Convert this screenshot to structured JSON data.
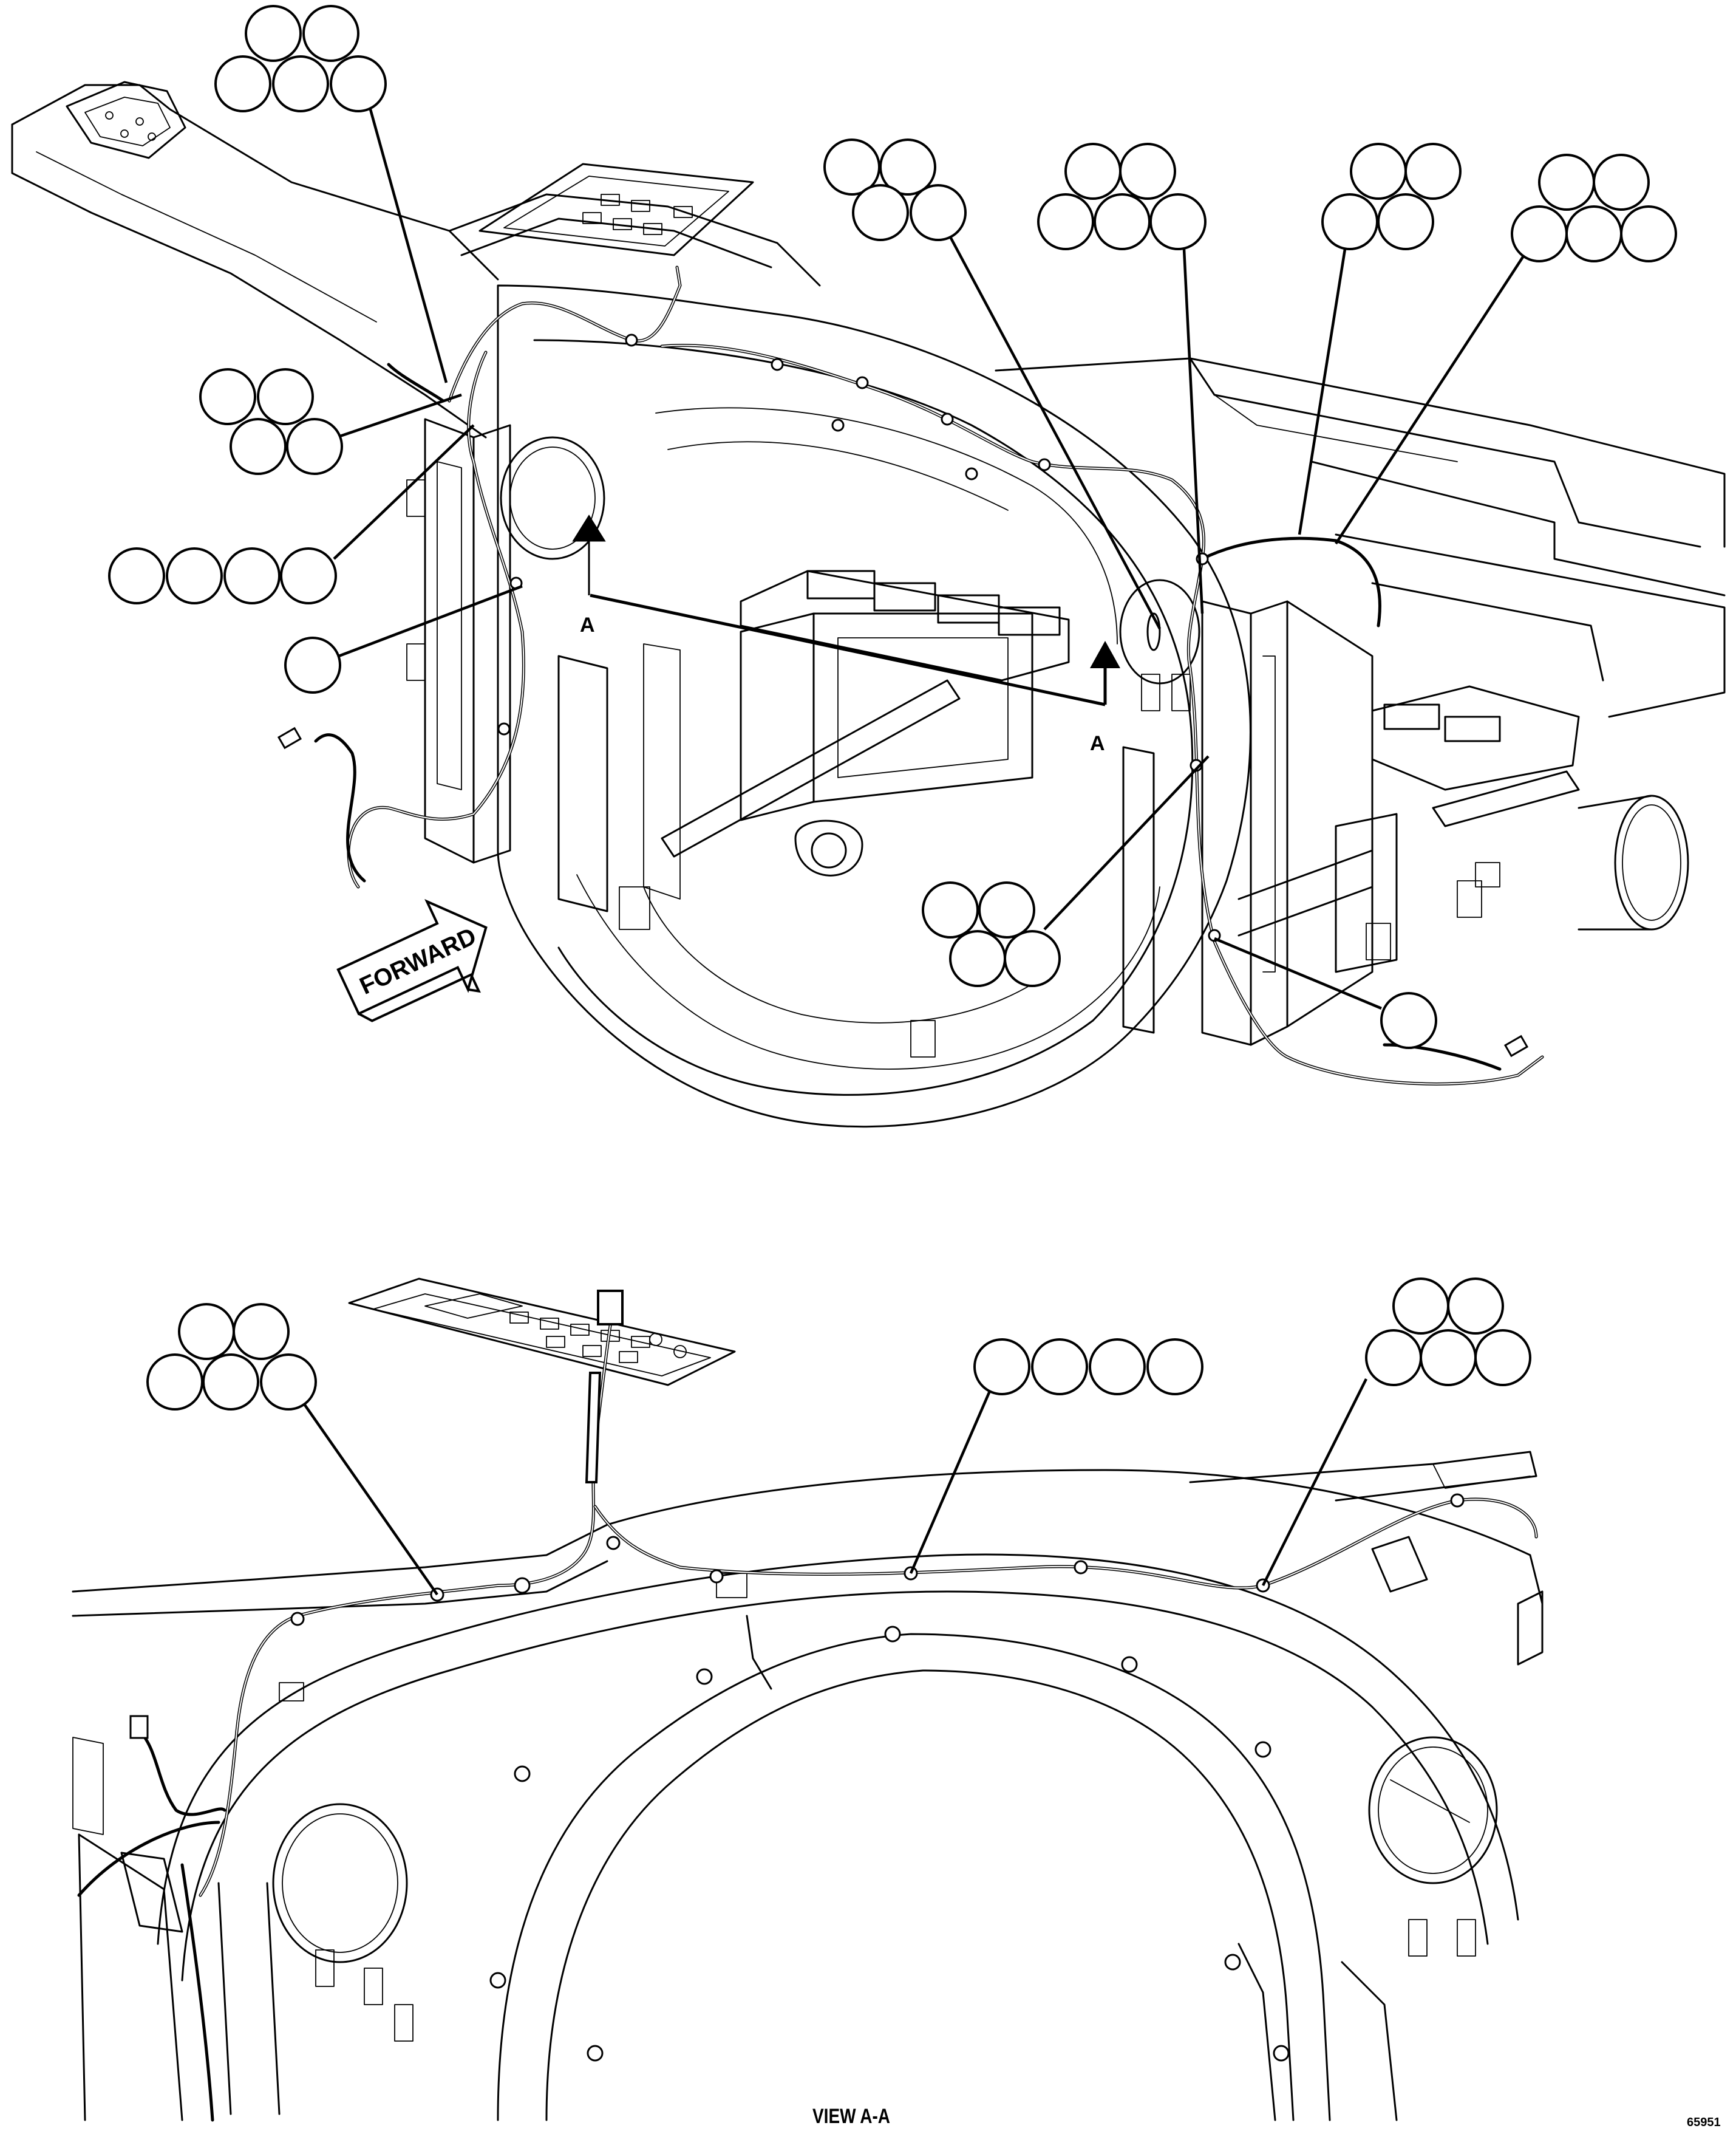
{
  "labels": {
    "forward": "FORWARD",
    "section_marker": "A",
    "view_title": "VIEW A-A",
    "drawing_number": "65951"
  }
}
